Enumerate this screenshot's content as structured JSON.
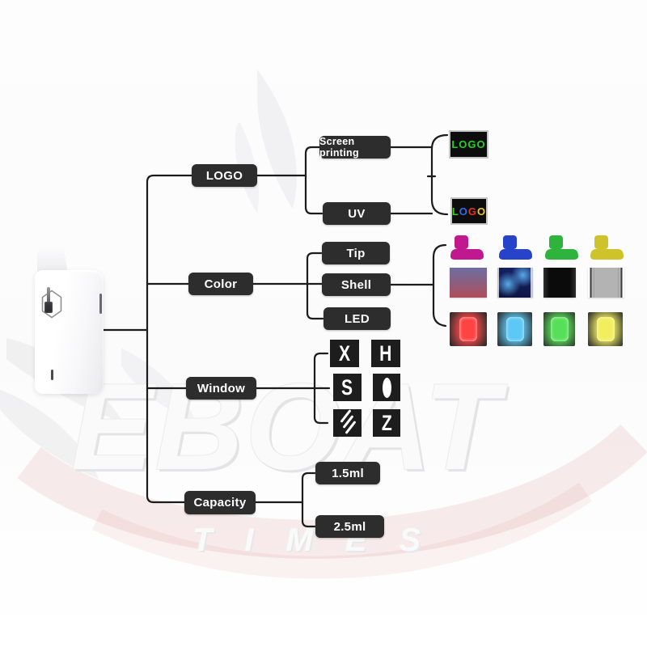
{
  "diagram": {
    "line_color": "#1c1c1c",
    "box_bg": "#2d2d2d",
    "box_text_color": "#ffffff"
  },
  "watermark": {
    "brand_top": "EBOAT",
    "brand_bottom": "TIMES"
  },
  "nodes": {
    "logo": "LOGO",
    "screen_printing": "Screen printing",
    "uv": "UV",
    "color": "Color",
    "tip": "Tip",
    "shell": "Shell",
    "led": "LED",
    "window": "Window",
    "capacity": "Capacity",
    "capacity_1": "1.5ml",
    "capacity_2": "2.5ml"
  },
  "logo_samples": {
    "screen_printing": {
      "text": "LOGO",
      "text_color": "#1ed41e",
      "bg": "#0d0d0d"
    },
    "uv": {
      "text": "LOGO",
      "letter_colors": [
        "#3bce1d",
        "#2e6cf2",
        "#e73219",
        "#eec81c"
      ],
      "bg": "#0d0d0d"
    }
  },
  "color_samples": {
    "tips": [
      {
        "name": "magenta",
        "color": "#c2188f"
      },
      {
        "name": "blue",
        "color": "#2743c9"
      },
      {
        "name": "green",
        "color": "#2eb43c"
      },
      {
        "name": "yellow",
        "color": "#cfc32b"
      }
    ],
    "shells": [
      {
        "name": "purple-red-gradient",
        "style": "gradient",
        "from": "#6e6da2",
        "mid": "#8a5f80",
        "to": "#b14d58"
      },
      {
        "name": "blue-galaxy",
        "style": "galaxy",
        "base": "#16246e",
        "deep": "#0d123a",
        "accent": "#58a8e8"
      },
      {
        "name": "black",
        "style": "solid",
        "color": "#0b0b0b",
        "edge": "#2e2e2e"
      },
      {
        "name": "silver-stripe",
        "style": "metal",
        "base": "#b3b3b3",
        "stripe_dark": "#3c3c3c",
        "stripe_light": "#fdfdfd"
      }
    ],
    "leds": [
      {
        "name": "red",
        "glow": "#ff4343"
      },
      {
        "name": "cyan",
        "glow": "#5bc8f5"
      },
      {
        "name": "green",
        "glow": "#57e057"
      },
      {
        "name": "yellow",
        "glow": "#f2ef5e"
      }
    ]
  },
  "window_shapes": [
    {
      "glyph": "X",
      "type": "text"
    },
    {
      "glyph": "H",
      "type": "text"
    },
    {
      "glyph": "S",
      "type": "text"
    },
    {
      "glyph": "O",
      "type": "ellipse"
    },
    {
      "glyph": "///",
      "type": "slashes"
    },
    {
      "glyph": "Z",
      "type": "text"
    }
  ]
}
